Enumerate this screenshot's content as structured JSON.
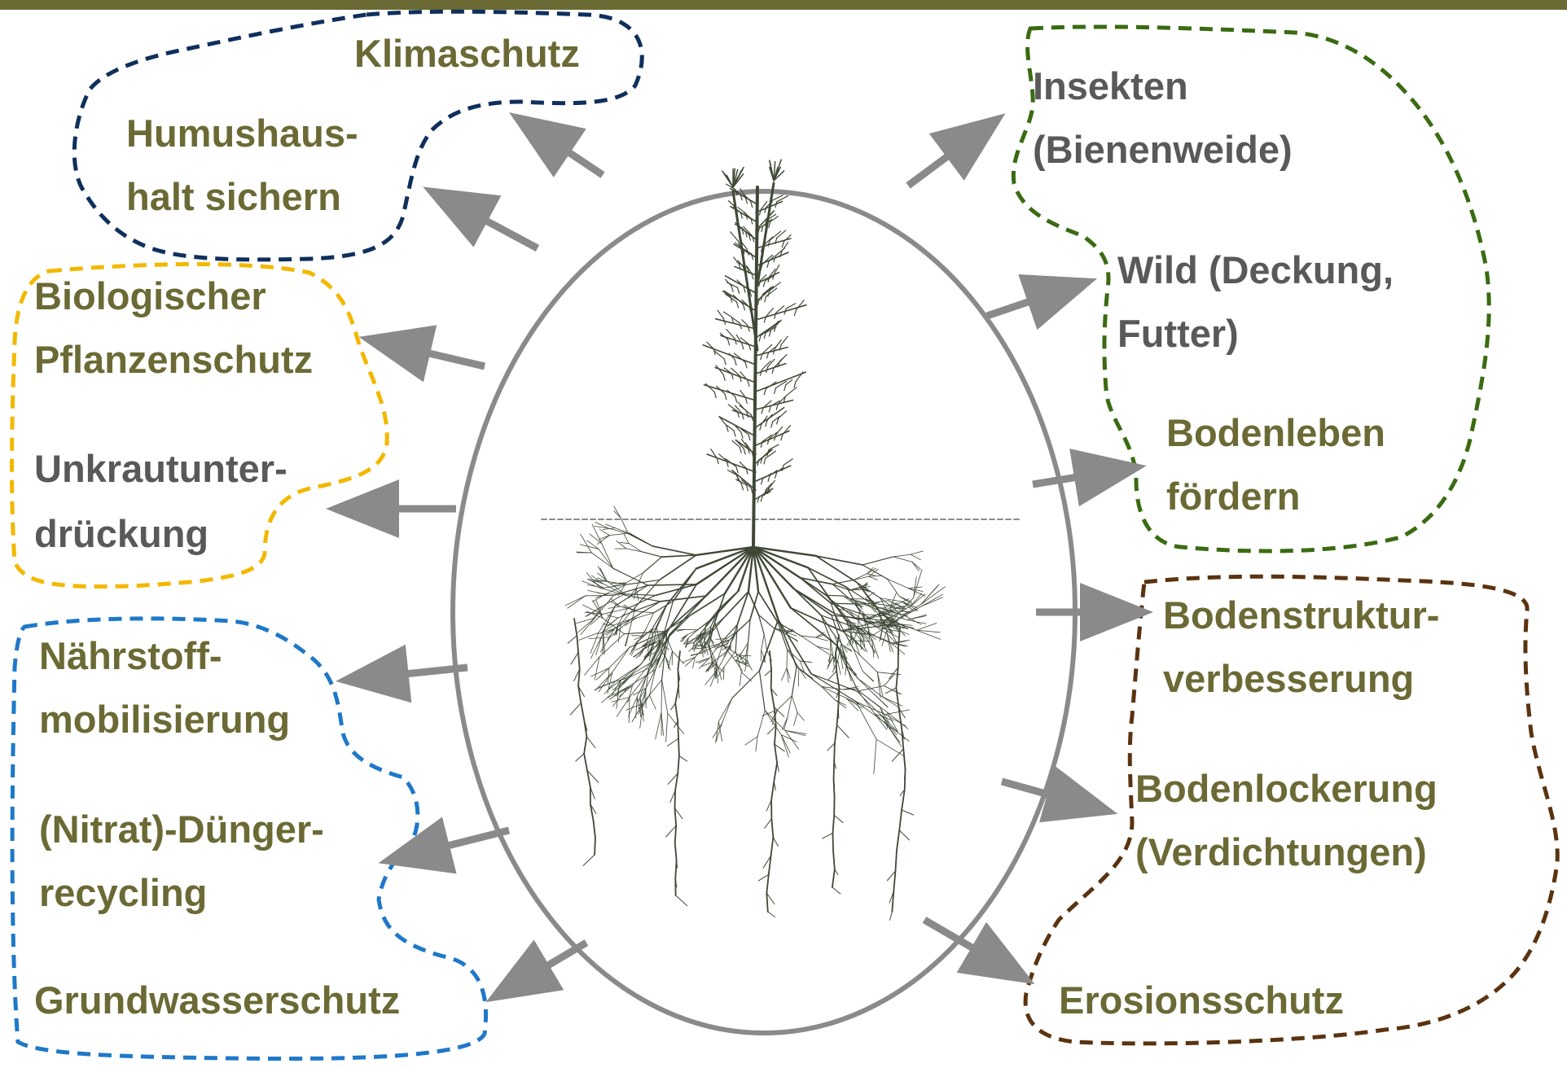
{
  "colors": {
    "top_bar": "#6b6a35",
    "olive_text": "#6b6a35",
    "gray_text": "#595959",
    "arrow": "#8a8a8a",
    "ellipse_stroke": "#8a8a8a",
    "plant": "#3f4836",
    "group_climate": "#0f2f5c",
    "group_plant_protection": "#f2b800",
    "group_nutrients": "#1f78c8",
    "group_biodiversity": "#3a6b12",
    "group_soil": "#5a3310"
  },
  "center": {
    "icon": "plant-with-roots"
  },
  "labels": {
    "klimaschutz": [
      "Klimaschutz"
    ],
    "humus": [
      "Humushaus-",
      "halt sichern"
    ],
    "bio_pflanzenschutz": [
      "Biologischer",
      "Pflanzenschutz"
    ],
    "unkraut": [
      "Unkrautunter-",
      "drückung"
    ],
    "naehrstoff": [
      "Nährstoff-",
      "mobilisierung"
    ],
    "nitrat": [
      "(Nitrat)-Dünger-",
      "recycling"
    ],
    "grundwasser": [
      "Grundwasserschutz"
    ],
    "insekten": [
      "Insekten",
      "(Bienenweide)"
    ],
    "wild": [
      "Wild (Deckung,",
      "Futter)"
    ],
    "bodenleben": [
      "Bodenleben",
      "fördern"
    ],
    "bodenstruktur": [
      "Bodenstruktur-",
      "verbesserung"
    ],
    "bodenlockerung": [
      "Bodenlockerung",
      "(Verdichtungen)"
    ],
    "erosion": [
      "Erosionsschutz"
    ]
  }
}
